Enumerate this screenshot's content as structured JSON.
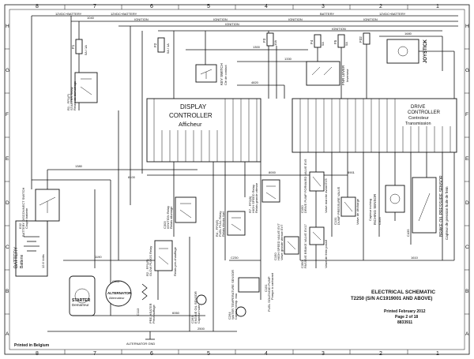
{
  "grid": {
    "columns": [
      "8",
      "7",
      "6",
      "5",
      "4",
      "3",
      "2",
      "1"
    ],
    "rows": [
      "H",
      "G",
      "F",
      "E",
      "D",
      "C",
      "B",
      "A"
    ]
  },
  "buses": {
    "top_left": "12VDC+BATTERY",
    "top_mid": "12VDC+BATTERY",
    "top_right": "BATTERY",
    "top_far_right": "12VDC+BATTERY",
    "ignition_1": "IGNITION",
    "ignition_2": "IGNITION",
    "ignition_3": "IGNITION",
    "ignition_4": "IGNITION",
    "ignition_5": "IGNITION",
    "ignition_6": "IGNITION"
  },
  "components": {
    "display": {
      "l1": "DISPLAY",
      "l2": "CONTROLLER",
      "l3": "Afficheur"
    },
    "drive": {
      "l1": "DRIVE",
      "l2": "CONTROLLER",
      "l3": "Controleur",
      "l4": "Transmission"
    },
    "battery": {
      "l1": "BATTERY",
      "l2": "Batterie",
      "l3": "12.6 Volts"
    },
    "starter": {
      "l1": "STARTER",
      "l2": "Demarreur"
    },
    "alternator": {
      "l1": "C115",
      "l2": "ALTERNATOR",
      "l3": "Alternateur"
    },
    "key": {
      "l1": "KEY SWITCH",
      "l2": "Clé de contact"
    },
    "joystick": {
      "l1": "JOYSTICK"
    },
    "fnr": {
      "l1": "FNR LEVER",
      "l2": "Inverseur"
    },
    "ignition_relay": {
      "l1": "C303",
      "l2": "IGNITION Relay",
      "l3": "Relais allumage"
    },
    "heater_relay": {
      "l1": "R2 - FP1(R)",
      "l2": "GLOW PLUGS Relay",
      "l3": "Relais pre-chauffage"
    },
    "starter_relay": {
      "l1": "R1 - FP1(F)",
      "l2": "STARTER Relay",
      "l3": "Relais de demarrage"
    },
    "fuel_relay": {
      "l1": "R4 - FP2(E)",
      "l2": "FUEL PULL Relay",
      "l3": "Relais électro fuel"
    },
    "speed_relay": {
      "l1": "R7 - FP2(B)",
      "l2": "HIGH SPEED Relay",
      "l3": "Relais grande vitesse"
    },
    "dump": {
      "l1": "C131",
      "l2": "DUMP PRESSURE VALVE",
      "l3": "Valve de décharge"
    },
    "fwd_valve": {
      "l1": "C150",
      "l2": "DRIVE PUMP FORWARD VALVE EV5",
      "l3": "Valve marche avant EV5"
    },
    "passive": {
      "l1": "C350",
      "l2": "PASSIVE BRAKE VALVE EV17",
      "l3": "Valve de frein passif"
    },
    "inching": {
      "l1": "C353",
      "l2": "INCHING SENSOR",
      "l3": "Capteur inching"
    },
    "brake_sw": {
      "l1": "C435",
      "l2": "BRAKE OIL PRESSURE SENSOR",
      "l3": "Capteur de pression huile de frein"
    },
    "fuel_pump": {
      "l1": "C151",
      "l2": "FUEL SOLENOID PUMP",
      "l3": "Pompe à carburant"
    },
    "speed_valve": {
      "l1": "C150",
      "l2": "HIGH SPEED VALVE EV7",
      "l3": "Valve grande vitesse EV7"
    },
    "heater": {
      "l1": "C113",
      "l2": "PRE-HEATER",
      "l3": "Préchauffage"
    },
    "oil": {
      "l1": "C263",
      "l2": "ENGINE OIL SENSOR",
      "l3": "Capteur huile"
    },
    "temp": {
      "l1": "C264",
      "l2": "WATER TEMPERATURE SENSOR",
      "l3": "Capteur temp. eau"
    },
    "ground": {
      "l1": "ALTERNATOR GND"
    },
    "isolator": {
      "l1": "E32",
      "l2": "BATTERY DISCONNECT SWITCH",
      "l3": "Coupe batterie"
    }
  },
  "fuses": {
    "f1": "F1",
    "f2": "F2",
    "f3": "F3",
    "f4": "F4",
    "f5": "F5",
    "f1_val": "5A / 1A",
    "f2_val": "5A / 1A",
    "f3_val": "10A",
    "f4_val": "5A",
    "f5_val": "5A",
    "f6": "F32"
  },
  "wires": {
    "w1": "1040",
    "w2": "1300",
    "w3": "1330",
    "w4": "4820",
    "w5": "1680",
    "w6": "1380",
    "w7": "8100",
    "w8": "1190",
    "w9": "2500",
    "w10": "6060",
    "w11": "C230",
    "w12": "8901",
    "w13": "8000",
    "w14": "1610"
  },
  "title_block": {
    "title1": "ELECTRICAL SCHEMATIC",
    "title2": "T2250 (S/N AC1919001 AND ABOVE)",
    "printed": "Printed February 2012",
    "page": "Page 2 of 18",
    "docno": "8833911",
    "origin": "Printed in Belgium"
  }
}
